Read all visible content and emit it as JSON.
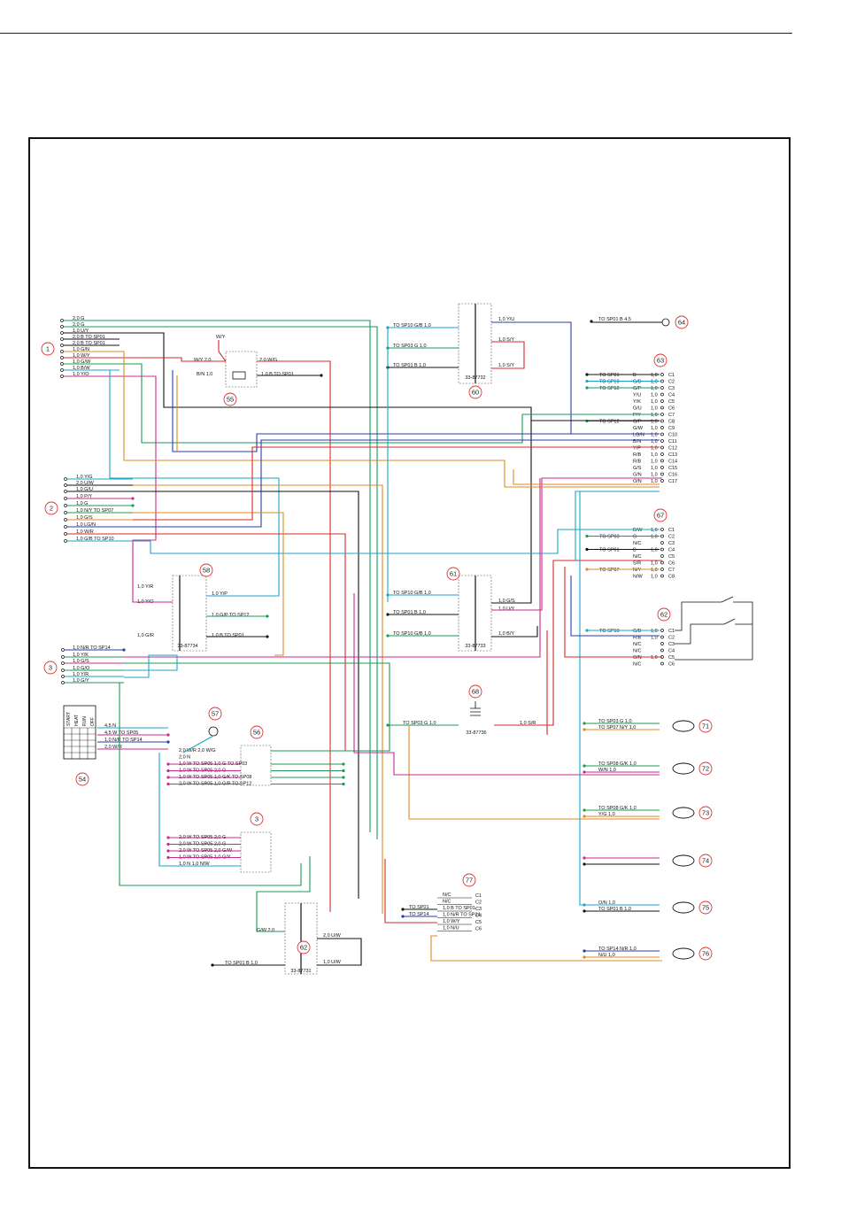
{
  "diagram": {
    "components": [
      {
        "id": "1"
      },
      {
        "id": "2"
      },
      {
        "id": "3"
      },
      {
        "id": "54"
      },
      {
        "id": "55"
      },
      {
        "id": "56"
      },
      {
        "id": "57"
      },
      {
        "id": "58"
      },
      {
        "id": "59"
      },
      {
        "id": "60"
      },
      {
        "id": "61"
      },
      {
        "id": "62"
      },
      {
        "id": "63"
      },
      {
        "id": "64"
      },
      {
        "id": "67"
      },
      {
        "id": "68"
      },
      {
        "id": "70"
      },
      {
        "id": "71"
      },
      {
        "id": "72"
      },
      {
        "id": "73"
      },
      {
        "id": "74"
      },
      {
        "id": "75"
      },
      {
        "id": "76"
      },
      {
        "id": "77"
      }
    ],
    "part_numbers": {
      "p58": "33-87734",
      "p60": "33-87732",
      "p61": "33-87733",
      "p62": "33-87731",
      "p64": "33-87736"
    },
    "ignition_positions": [
      "START",
      "HEAT",
      "RUN",
      "OFF"
    ],
    "connector_1": [
      "2,0 G",
      "2,0 G",
      "1,0 U/Y",
      "2,0 B TO SP01",
      "2,0 B TO SP01",
      "1,0 G/N",
      "1,0 W/Y",
      "1,0 G/W",
      "1,0 B/W",
      "1,0 Y/O"
    ],
    "connector_2": [
      "1,0 Y/G",
      "2,0 U/W",
      "1,0 G/U",
      "1,0 P/Y",
      "1,0 G",
      "1,0 N/Y TO SP07",
      "1,0 G/S",
      "1,0 LG/N",
      "1,0 W/R",
      "1,0 G/B TO SP10"
    ],
    "connector_3": [
      "1,0 N/R TO SP14",
      "1,0 Y/K",
      "1,0 G/S",
      "1,0 G/O",
      "1,0 Y/R",
      "1,0 G/Y"
    ],
    "connector_67": [
      {
        "wire": "B",
        "gauge": "1,0",
        "to": "TO SP01"
      },
      {
        "wire": "G/B",
        "gauge": "1,0",
        "to": "TO SP10"
      },
      {
        "wire": "G/P",
        "gauge": "1,0",
        "to": "TO SP12"
      },
      {
        "wire": "Y/U",
        "gauge": "1,0",
        "to": ""
      },
      {
        "wire": "Y/K",
        "gauge": "1,0",
        "to": ""
      },
      {
        "wire": "G/U",
        "gauge": "1,0",
        "to": ""
      },
      {
        "wire": "P/Y",
        "gauge": "1,0",
        "to": ""
      },
      {
        "wire": "G/P",
        "gauge": "1,0",
        "to": "TO SP12"
      },
      {
        "wire": "G/W",
        "gauge": "1,0",
        "to": ""
      },
      {
        "wire": "LG/N",
        "gauge": "1,0",
        "to": ""
      },
      {
        "wire": "B/N",
        "gauge": "1,0",
        "to": ""
      },
      {
        "wire": "Y/P",
        "gauge": "1,0",
        "to": ""
      },
      {
        "wire": "R/B",
        "gauge": "1,0",
        "to": ""
      },
      {
        "wire": "R/B",
        "gauge": "1,0",
        "to": ""
      },
      {
        "wire": "G/S",
        "gauge": "1,0",
        "to": ""
      },
      {
        "wire": "G/N",
        "gauge": "1,0",
        "to": ""
      },
      {
        "wire": "O/N",
        "gauge": "1,0",
        "to": ""
      }
    ],
    "connector_70": [
      {
        "wire": "B/W",
        "gauge": "1,0",
        "to": ""
      },
      {
        "wire": "G",
        "gauge": "1,0",
        "to": "TO SP03"
      },
      {
        "wire": "N/C",
        "gauge": "",
        "to": ""
      },
      {
        "wire": "B",
        "gauge": "1,0",
        "to": "TO SP01"
      },
      {
        "wire": "N/C",
        "gauge": "",
        "to": ""
      },
      {
        "wire": "S/R",
        "gauge": "1,0",
        "to": ""
      },
      {
        "wire": "N/Y",
        "gauge": "1,0",
        "to": "TO SP07"
      },
      {
        "wire": "N/W",
        "gauge": "1,0",
        "to": ""
      }
    ],
    "connector_63": [
      {
        "wire": "G/B",
        "gauge": "1,0",
        "to": "TO SP10"
      },
      {
        "wire": "R/B",
        "gauge": "1,0",
        "to": ""
      },
      {
        "wire": "N/C",
        "gauge": "",
        "to": ""
      },
      {
        "wire": "N/C",
        "gauge": "",
        "to": ""
      },
      {
        "wire": "O/N",
        "gauge": "1,0",
        "to": ""
      },
      {
        "wire": "N/C",
        "gauge": "",
        "to": ""
      }
    ],
    "connector_77": [
      "N/C",
      "N/C",
      "1,0 B TO SP01",
      "1,0 N/R TO SP14",
      "1,0 W/Y",
      "1,0 N/U"
    ],
    "connector_56": [
      "2,0 W/R  2,0 W/G",
      "2,0 N",
      "1,0 W TO SP05  1,0 G TO SP03",
      "1,0 W TO SP05  2,0 G",
      "1,0 W TO SP05  1,0 G/K TO SP08",
      "2,0 W TO SP05  1,0 G/P TO SP12"
    ],
    "connector_55": [
      "2,0 W TO SP05  2,0 G",
      "2,0 W TO SP05  2,0 G",
      "2,0 W TO SP05  2,0 G/W",
      "1,0 W TO SP05  1,0 G/Y",
      "1,0 N  1,0 N/W"
    ],
    "labels": {
      "s54": [
        "4,5 N",
        "4,5 W TO SP05",
        "1,0 N/R TO SP14",
        "2,0 W/R"
      ],
      "s58": [
        "1,0 Y/R",
        "1,0 Y/P",
        "1,0 Y/O",
        "1,0 G/P TO SP12",
        "1,0 G/R",
        "1,0 B TO SP01"
      ],
      "s59": [
        "W/Y",
        "W/Y 2,0",
        "2,0 W/G",
        "B/N 1,0",
        "1,0 B TO SP01"
      ],
      "s60": [
        "TO SP10 G/B 1,0",
        "TO SP03 G 1,0",
        "TO SP01 B 1,0",
        "1,0 Y/U",
        "1,0 S/Y",
        "1,0 S/Y"
      ],
      "s61": [
        "TO SP10 G/B 1,0",
        "TO SP01 B 1,0",
        "TO SP10 G/B 1,0",
        "1,0 G/S",
        "1,0 U/Y",
        "1,0 B/Y"
      ],
      "s62": [
        "G/W 2,0",
        "2,0 U/W",
        "1,0 U/W",
        "TO SP01 B 1,0"
      ],
      "s64": [
        "TO SP03 G 1,0",
        "1,0 S/R"
      ],
      "s68": "TO SP01 B 4,5",
      "s71": [
        "TO SP03 G 1,0",
        "TO SP07 N/Y 1,0"
      ],
      "s72": [
        "TO SP08 G/K 1,0",
        "W/N 1,0"
      ],
      "s73": [
        "TO SP08 G/K 1,0",
        "Y/G 1,0"
      ],
      "s75": [
        "O/N 1,0",
        "TO SP01 B 1,0"
      ],
      "s76": [
        "TO SP14 N/R 1,0",
        "N/U 1,0"
      ]
    }
  }
}
